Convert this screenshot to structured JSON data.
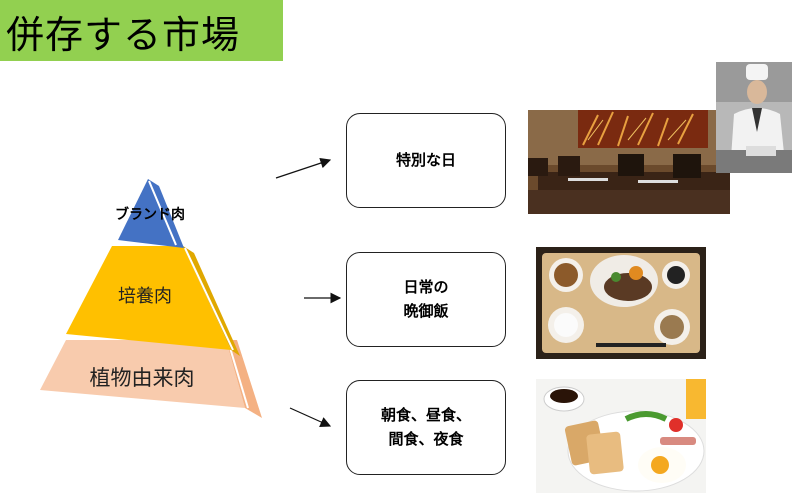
{
  "title": "併存する市場",
  "pyramid": {
    "top": "ブランド肉",
    "middle": "培養肉",
    "bottom": "植物由来肉"
  },
  "boxes": [
    {
      "label": "特別な日"
    },
    {
      "label": "日常の\n晩御飯"
    },
    {
      "label": "朝食、昼食、\n間食、夜食"
    }
  ],
  "colors": {
    "title_bg": "#92d050",
    "pyramid_top": "#4472c4",
    "pyramid_middle": "#ffc000",
    "pyramid_bottom": "#f8cbad"
  }
}
